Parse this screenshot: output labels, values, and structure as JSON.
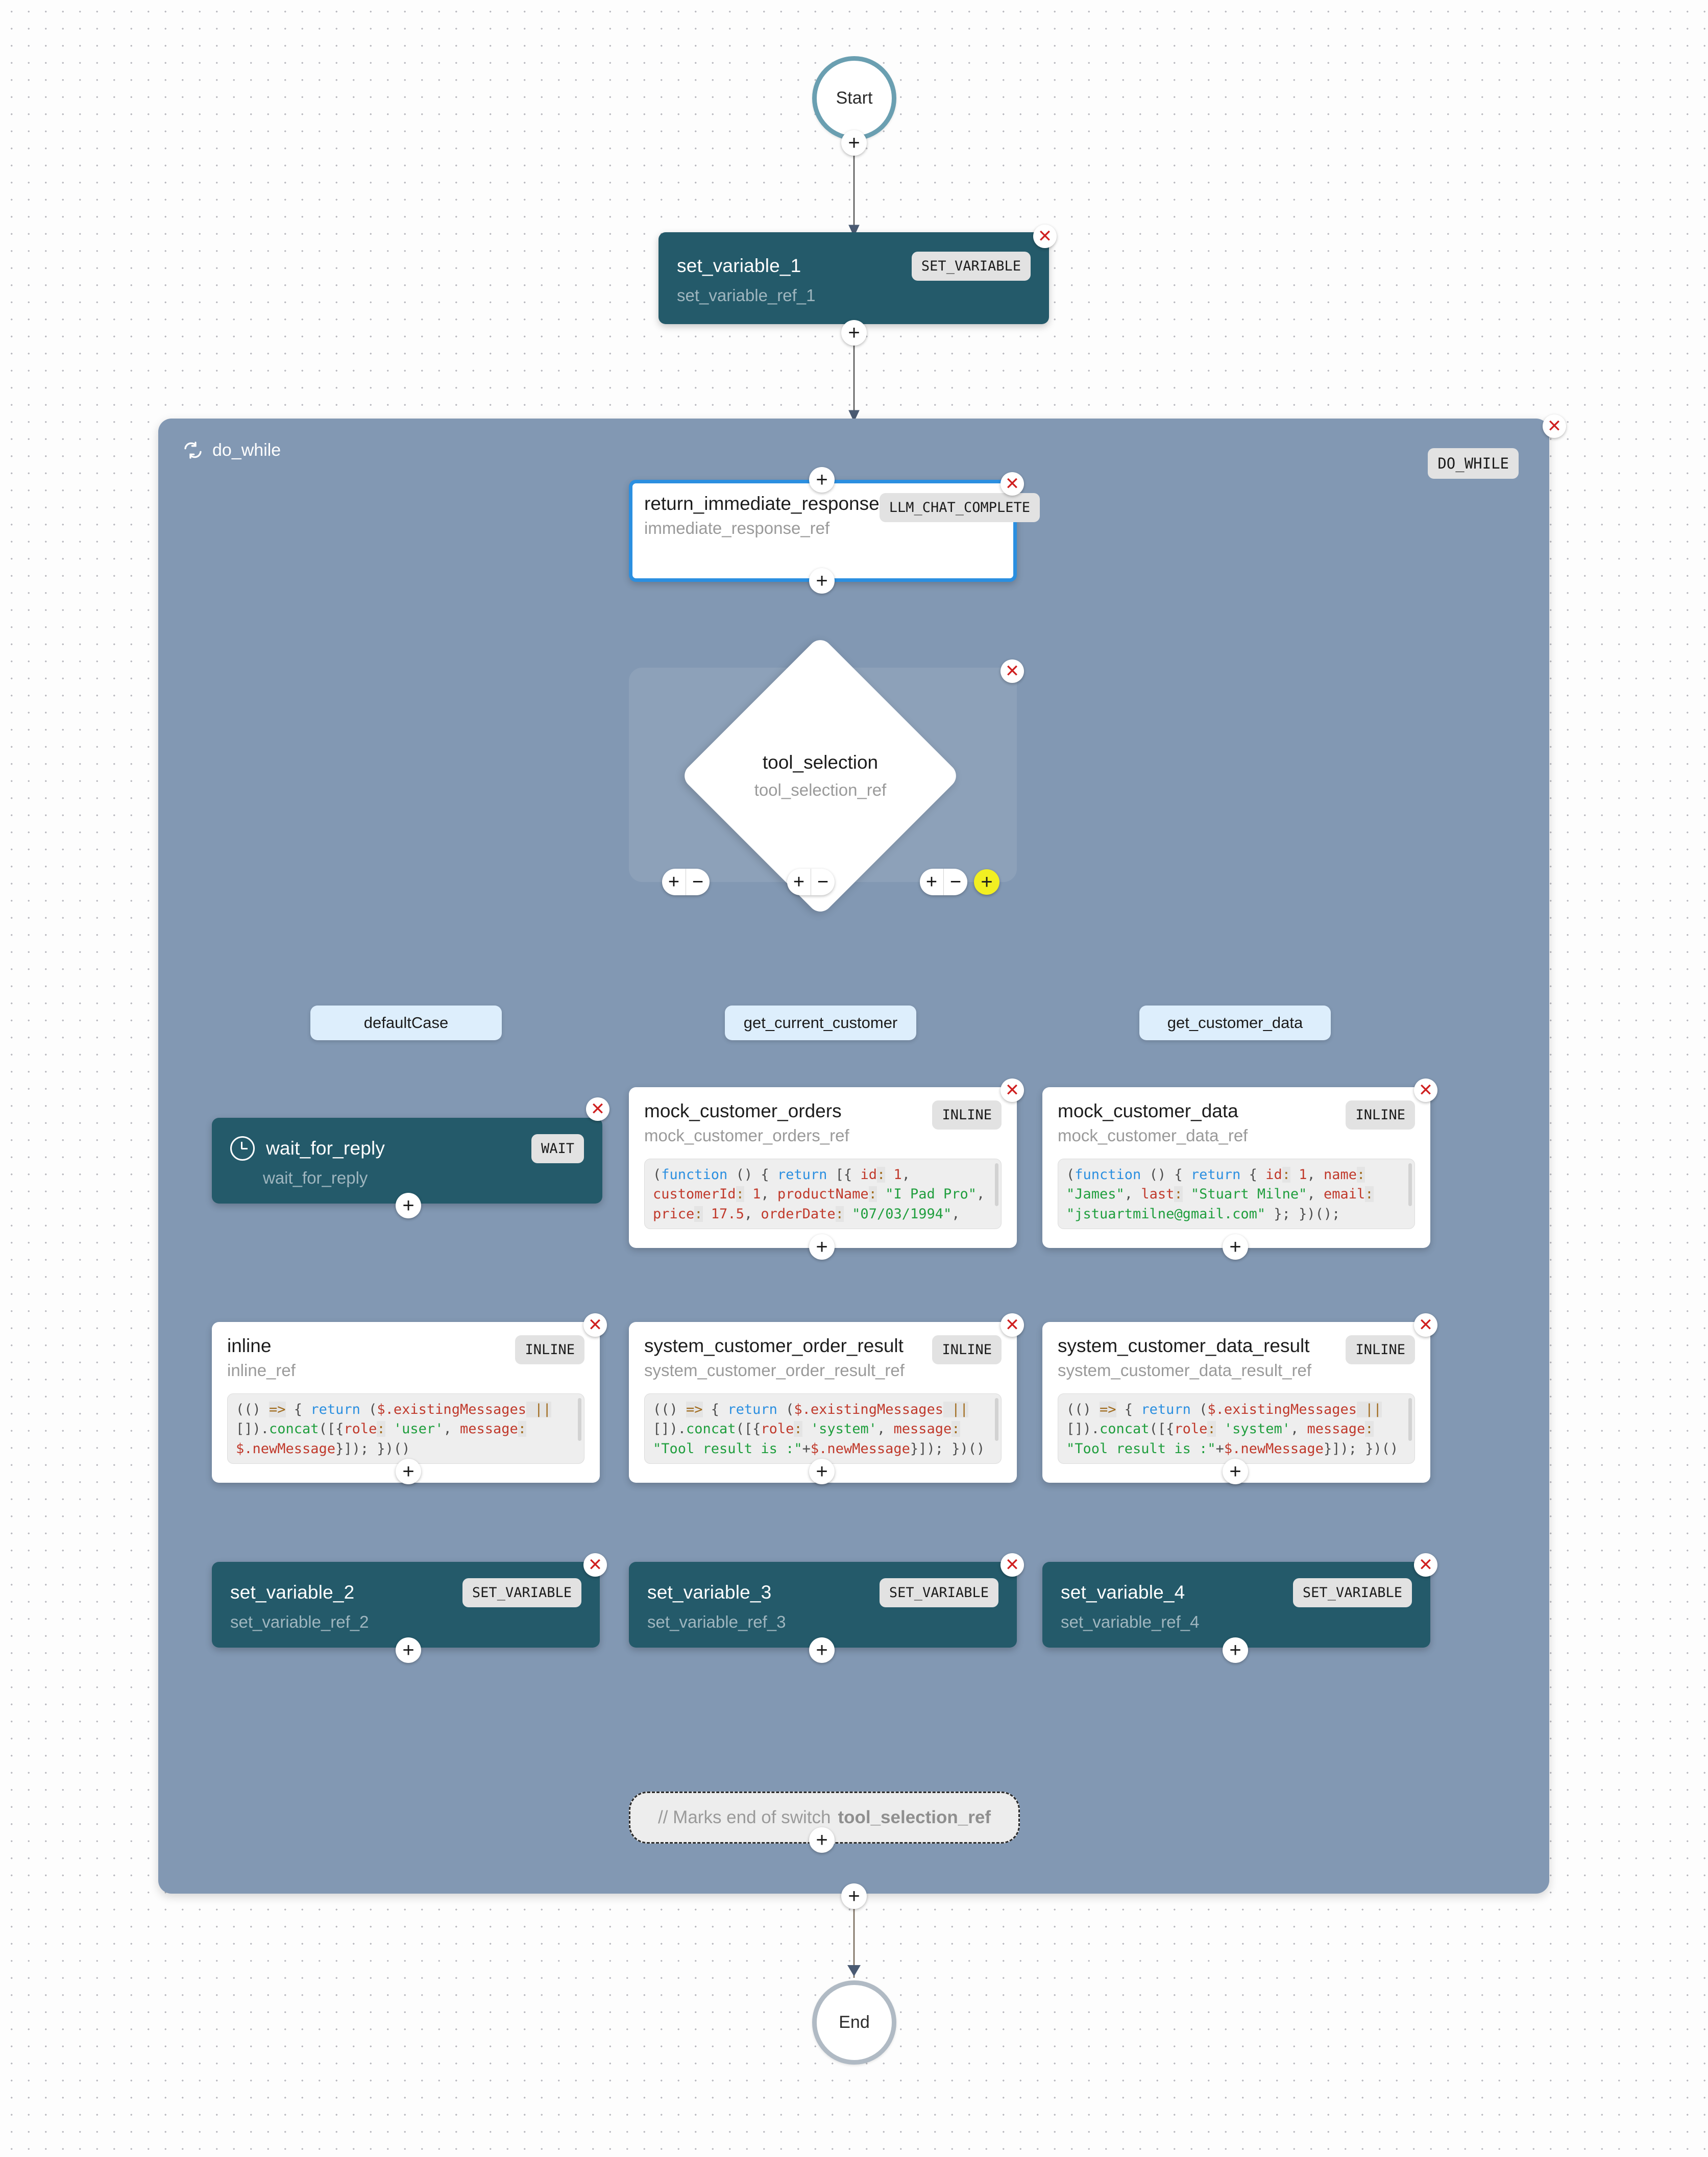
{
  "canvas": {
    "background": "#fdfdfd",
    "container_color": "#8298b3",
    "accent_task": "#245a6a",
    "highlight": "#f2ef22"
  },
  "start_node": {
    "label": "Start"
  },
  "end_node": {
    "label": "End"
  },
  "set_variable_1": {
    "title": "set_variable_1",
    "subtitle": "set_variable_ref_1",
    "badge": "SET_VARIABLE"
  },
  "do_while": {
    "label": "do_while",
    "badge": "DO_WHILE",
    "icon": "loop-icon"
  },
  "return_immediate_response": {
    "title": "return_immediate_response",
    "subtitle": "immediate_response_ref",
    "badge": "LLM_CHAT_COMPLETE"
  },
  "tool_selection": {
    "title": "tool_selection",
    "subtitle": "tool_selection_ref"
  },
  "cases": [
    {
      "label": "defaultCase"
    },
    {
      "label": "get_current_customer"
    },
    {
      "label": "get_customer_data"
    }
  ],
  "wait_for_reply": {
    "title": "wait_for_reply",
    "subtitle": "wait_for_reply",
    "badge": "WAIT",
    "icon": "clock-icon"
  },
  "mock_customer_orders": {
    "title": "mock_customer_orders",
    "subtitle": "mock_customer_orders_ref",
    "badge": "INLINE",
    "code": "(function () { return [{ id: 1, customerId: 1, productName: \"I Pad Pro\", price: 17.5, orderDate: \"07/03/1994\","
  },
  "mock_customer_data": {
    "title": "mock_customer_data",
    "subtitle": "mock_customer_data_ref",
    "badge": "INLINE",
    "code": "(function () { return { id: 1, name: \"James\", last: \"Stuart Milne\", email: \"jstuartmilne@gmail.com\" }; })();"
  },
  "inline": {
    "title": "inline",
    "subtitle": "inline_ref",
    "badge": "INLINE",
    "code": "(() => { return ($.existingMessages || []).concat([{role: 'user', message: $.newMessage}]); })()"
  },
  "system_customer_order_result": {
    "title": "system_customer_order_result",
    "subtitle": "system_customer_order_result_ref",
    "badge": "INLINE",
    "code": "(() => { return ($.existingMessages || []).concat([{role: 'system', message: \"Tool result is :\"+$.newMessage}]); })()"
  },
  "system_customer_data_result": {
    "title": "system_customer_data_result",
    "subtitle": "system_customer_data_result_ref",
    "badge": "INLINE",
    "code": "(() => { return ($.existingMessages || []).concat([{role: 'system', message: \"Tool result is :\"+$.newMessage}]); })()"
  },
  "set_variable_2": {
    "title": "set_variable_2",
    "subtitle": "set_variable_ref_2",
    "badge": "SET_VARIABLE"
  },
  "set_variable_3": {
    "title": "set_variable_3",
    "subtitle": "set_variable_ref_3",
    "badge": "SET_VARIABLE"
  },
  "set_variable_4": {
    "title": "set_variable_4",
    "subtitle": "set_variable_ref_4",
    "badge": "SET_VARIABLE"
  },
  "end_of_switch": {
    "comment": "// Marks end of switch",
    "ref": "tool_selection_ref"
  },
  "handles": {
    "plus": "+",
    "minus": "−",
    "close": "✕"
  }
}
